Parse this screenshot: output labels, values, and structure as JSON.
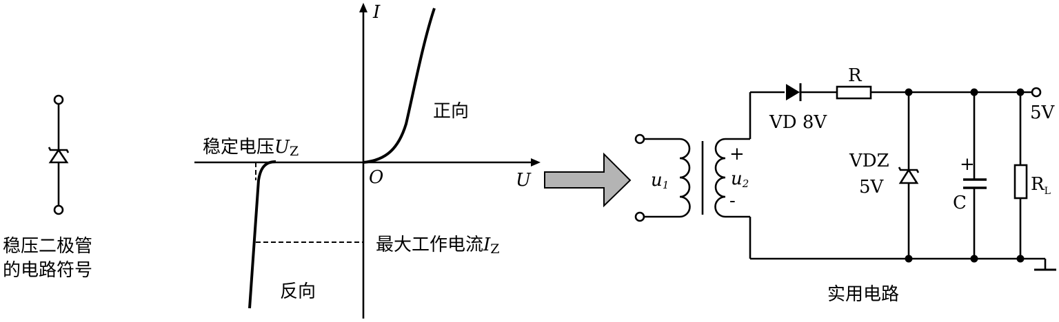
{
  "symbol": {
    "caption_line1": "稳压二极管",
    "caption_line2": "的电路符号"
  },
  "iv_curve": {
    "y_axis_label": "I",
    "x_axis_label": "U",
    "origin_label": "O",
    "forward_label": "正向",
    "reverse_label": "反向",
    "zener_voltage_text": "稳定电压",
    "zener_voltage_symbol": "U",
    "zener_voltage_sub": "Z",
    "max_current_text": "最大工作电流",
    "max_current_symbol": "I",
    "max_current_sub": "Z"
  },
  "arrow": {
    "color": "#b4b4b4"
  },
  "circuit": {
    "u1_symbol": "u",
    "u1_sub": "1",
    "u2_symbol": "u",
    "u2_sub": "2",
    "plus_sign": "+",
    "minus_sign": "-",
    "diode_label": "VD 8V",
    "resistor_label": "R",
    "zener_label_line1": "VDZ",
    "zener_label_line2": "5V",
    "cap_plus": "+",
    "cap_label": "C",
    "load_symbol": "R",
    "load_sub": "L",
    "output_label": "5V",
    "caption": "实用电路"
  }
}
